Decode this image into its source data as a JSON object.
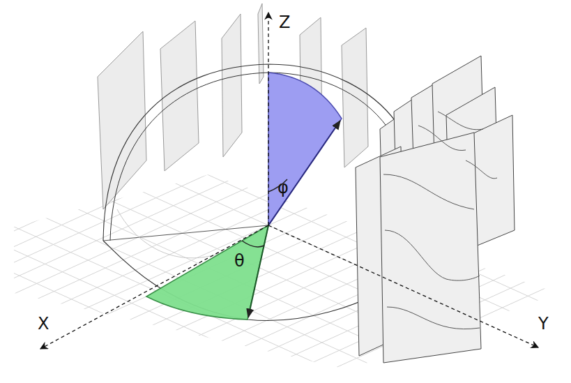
{
  "diagram": {
    "labels": [
      "Z",
      "φ",
      "θ",
      "X",
      "Y"
    ]
  }
}
